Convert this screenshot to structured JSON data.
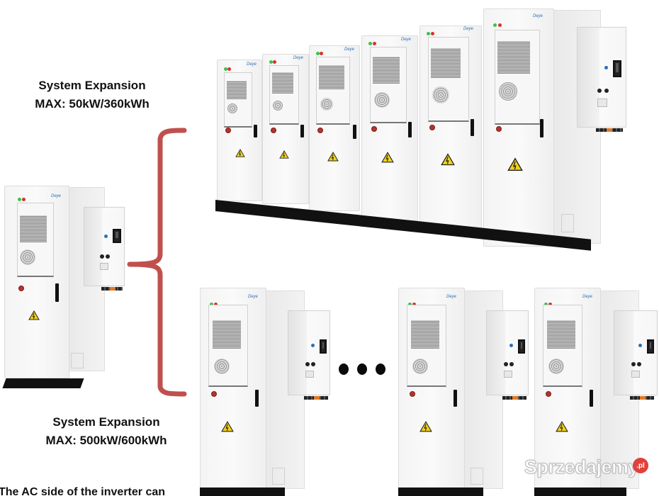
{
  "top_group": {
    "title": "System Expansion",
    "capacity": "MAX:  50kW/360kWh",
    "cabinet_count": 6
  },
  "bottom_group": {
    "title": "System Expansion",
    "capacity": "MAX:  500kW/600kWh",
    "cabinet_count_visible": 3,
    "ellipsis": "..."
  },
  "footnote": "The AC side of the inverter can",
  "brand_logo": "Deye",
  "watermark": {
    "text": "Sprzedajemy",
    "badge": ".pl"
  },
  "colors": {
    "brace": "#c0504d",
    "led_green": "#3cc24a",
    "led_red": "#d9322b",
    "warning_yellow": "#f2d21b",
    "watermark_badge": "#e0413a",
    "logo_blue": "#2d6fb5"
  }
}
